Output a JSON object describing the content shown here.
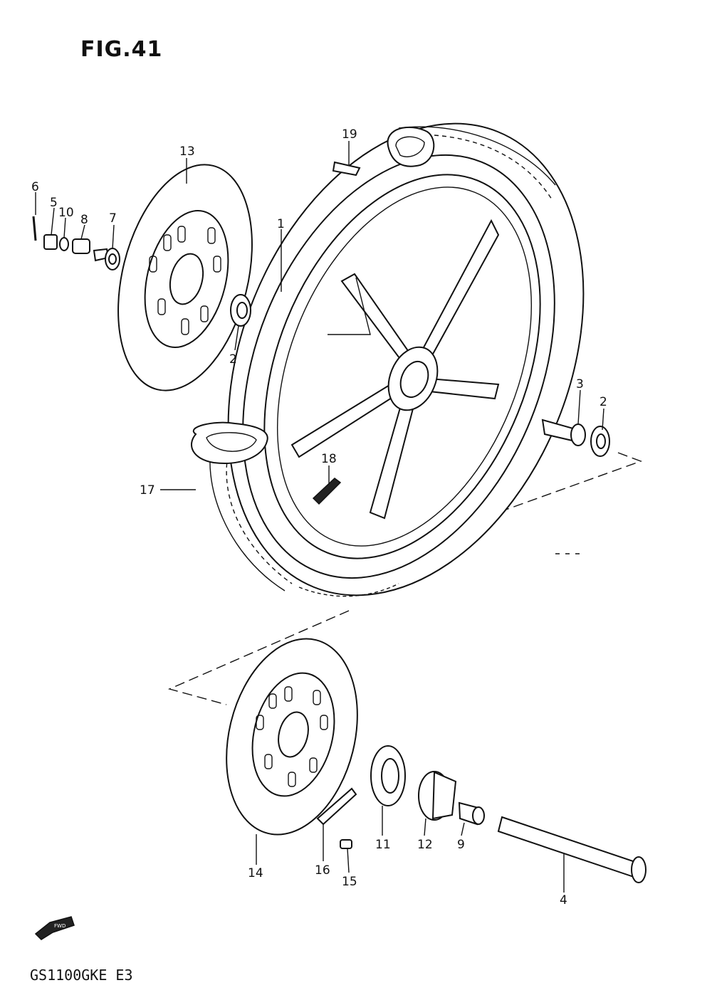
{
  "figure": {
    "title": "FIG.41",
    "model": "GS1100GKE E3",
    "fwd_badge": "FWD"
  },
  "callouts": {
    "c1": "1",
    "c2a": "2",
    "c2b": "2",
    "c3": "3",
    "c4": "4",
    "c5": "5",
    "c6": "6",
    "c7": "7",
    "c8": "8",
    "c9": "9",
    "c10": "10",
    "c11": "11",
    "c12": "12",
    "c13": "13",
    "c14": "14",
    "c15": "15",
    "c16": "16",
    "c17": "17",
    "c18": "18",
    "c19": "19"
  }
}
